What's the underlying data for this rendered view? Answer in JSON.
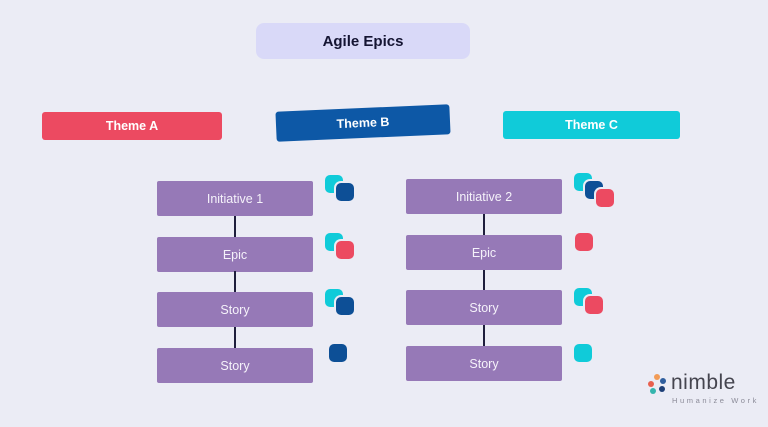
{
  "canvas": {
    "background": "#ebecf5"
  },
  "title": {
    "label": "Agile Epics",
    "background": "#d9d9f8"
  },
  "themes": [
    {
      "label": "Theme A",
      "color": "#ec4a61"
    },
    {
      "label": "Theme B",
      "color": "#0d58a6"
    },
    {
      "label": "Theme C",
      "color": "#10cbd9"
    }
  ],
  "node_color": "#9679b7",
  "tag_colors": {
    "cyan": "#10cbd9",
    "blue": "#0d4f96",
    "red": "#ec4a61"
  },
  "columns": [
    {
      "nodes": [
        {
          "label": "Initiative 1",
          "tags": [
            "cyan",
            "blue"
          ]
        },
        {
          "label": "Epic",
          "tags": [
            "cyan",
            "red"
          ]
        },
        {
          "label": "Story",
          "tags": [
            "cyan",
            "blue"
          ]
        },
        {
          "label": "Story",
          "tags": [
            "blue"
          ]
        }
      ]
    },
    {
      "nodes": [
        {
          "label": "Initiative 2",
          "tags": [
            "cyan",
            "blue",
            "red"
          ]
        },
        {
          "label": "Epic",
          "tags": [
            "red"
          ]
        },
        {
          "label": "Story",
          "tags": [
            "cyan",
            "red"
          ]
        },
        {
          "label": "Story",
          "tags": [
            "cyan"
          ]
        }
      ]
    }
  ],
  "logo": {
    "name": "nimble",
    "tagline": "Humanize Work",
    "dot_colors": [
      "#f29b57",
      "#e8604f",
      "#2f5e9e",
      "#35b5ae",
      "#1d3f77"
    ]
  }
}
